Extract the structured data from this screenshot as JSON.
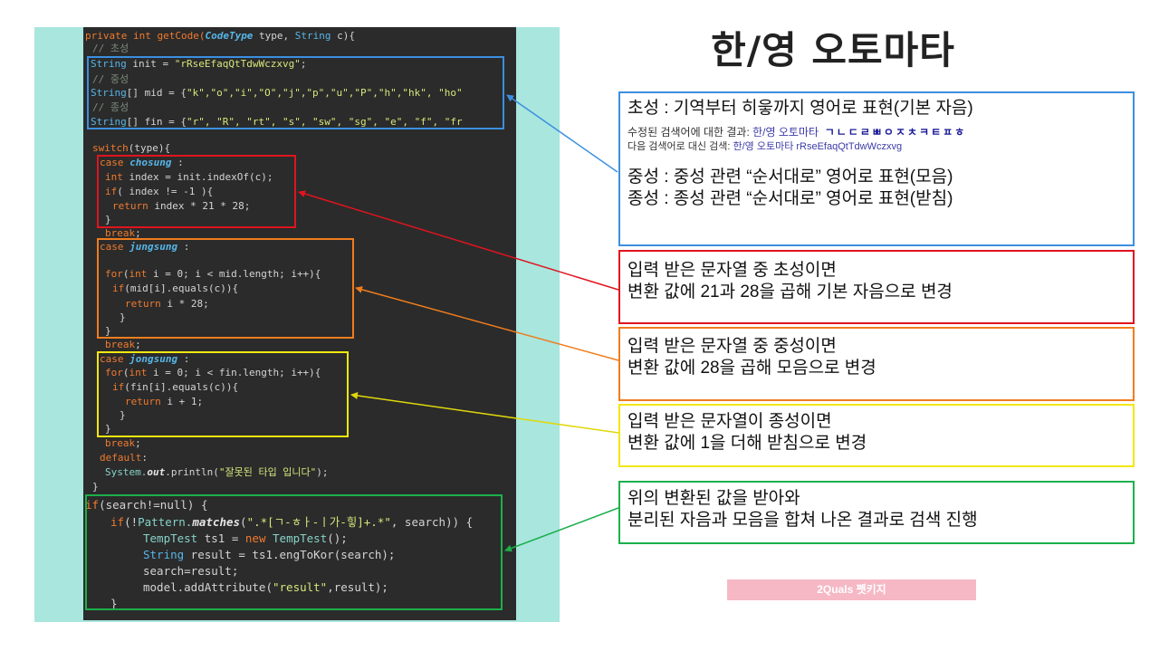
{
  "title": "한/영 오토마타",
  "code": {
    "l01": [
      "private int getCode(",
      "CodeType",
      " type, ",
      "String",
      " c){"
    ],
    "l02": "// 초성",
    "l03": [
      "String",
      " init = ",
      "\"rRseEfaqQtTdwWczxvg\"",
      ";"
    ],
    "l04": "// 중성",
    "l05": [
      "String",
      "[] mid = {",
      "\"k\",\"o\",\"i\",\"O\",\"j\",\"p\",\"u\",\"P\",\"h\",\"hk\", \"ho\""
    ],
    "l06": "// 종성",
    "l07": [
      "String",
      "[] fin = {",
      "\"r\", \"R\", \"rt\", \"s\", \"sw\", \"sg\", \"e\", \"f\", \"fr"
    ],
    "l08": [
      "switch",
      "(type){"
    ],
    "l09": [
      "case ",
      "chosung",
      " :"
    ],
    "l10": [
      "int",
      " index = init.indexOf(c);"
    ],
    "l11": [
      "if",
      "( index != -1 ){"
    ],
    "l12": [
      "return",
      " index * 21 * 28;"
    ],
    "l13": "}",
    "l14": [
      "break",
      ";"
    ],
    "l15": [
      "case ",
      "jungsung",
      " :"
    ],
    "l16": [
      "for",
      "(",
      "int",
      " i = 0; i < mid.length; i++){"
    ],
    "l17": [
      "if",
      "(mid[i].equals(c)){"
    ],
    "l18": [
      "return",
      " i * 28;"
    ],
    "l19": "}",
    "l20": "}",
    "l21": [
      "break",
      ";"
    ],
    "l22": [
      "case ",
      "jongsung",
      " :"
    ],
    "l23": [
      "for",
      "(",
      "int",
      " i = 0; i < fin.length; i++){"
    ],
    "l24": [
      "if",
      "(fin[i].equals(c)){"
    ],
    "l25": [
      "return",
      " i + 1;"
    ],
    "l26": "}",
    "l27": "}",
    "l28": [
      "break",
      ";"
    ],
    "l29": [
      "default",
      ":"
    ],
    "l30": [
      "System.",
      "out",
      ".println(",
      "\"잘못된 타입 입니다\"",
      ");"
    ],
    "l31": "}",
    "l32": [
      "if",
      "(search!=null) {"
    ],
    "l33": [
      "if",
      "(!",
      "Pattern.",
      "matches",
      "(",
      "\".*[ㄱ-ㅎㅏ-ㅣ가-힣]+.*\"",
      ", search)) {"
    ],
    "l34": [
      "TempTest",
      " ts1 = ",
      "new",
      " ",
      "TempTest",
      "();"
    ],
    "l35": [
      "String",
      " result = ts1.engToKor(search);"
    ],
    "l36": "search=result;",
    "l37": [
      "model.addAttribute(",
      "\"result\"",
      ",result);"
    ],
    "l38": "}"
  },
  "notes": {
    "n1": {
      "line1": "초성 : 기역부터 히읗까지 영어로 표현(기본 자음)",
      "search1_prefix": "수정된 검색어에 대한 결과: ",
      "search1_link": "한/영 오토마타",
      "search1_jamo": "ㄱㄴㄷㄹㅃㅇㅈㅊㅋㅌㅍㅎ",
      "search2_prefix": "다음 검색어로 대신 검색: ",
      "search2_link": "한/영 오토마타 rRseEfaqQtTdwWczxvg",
      "line2": "중성 : 중성 관련 “순서대로” 영어로 표현(모음)",
      "line3": "종성 : 종성 관련 “순서대로” 영어로 표현(받침)"
    },
    "n2": {
      "line1": "입력 받은 문자열 중 초성이면",
      "line2": "변환 값에 21과 28을 곱해 기본 자음으로 변경"
    },
    "n3": {
      "line1": "입력 받은 문자열 중 중성이면",
      "line2": "변환 값에 28을 곱해 모음으로 변경"
    },
    "n4": {
      "line1": "입력 받은 문자열이 종성이면",
      "line2": "변환 값에 1을 더해 받침으로 변경"
    },
    "n5": {
      "line1": "위의 변환된 값을 받아와",
      "line2": "분리된 자음과 모음을 합쳐 나온 결과로 검색 진행"
    }
  },
  "badge": "2Quals 펫키지",
  "colors": {
    "blue": "#3b8fe0",
    "red": "#e0141e",
    "orange": "#f07d1e",
    "yellow": "#f2e80f",
    "green": "#1bb04b",
    "mint": "#a8e6de",
    "code_bg": "#2b2b2b"
  }
}
